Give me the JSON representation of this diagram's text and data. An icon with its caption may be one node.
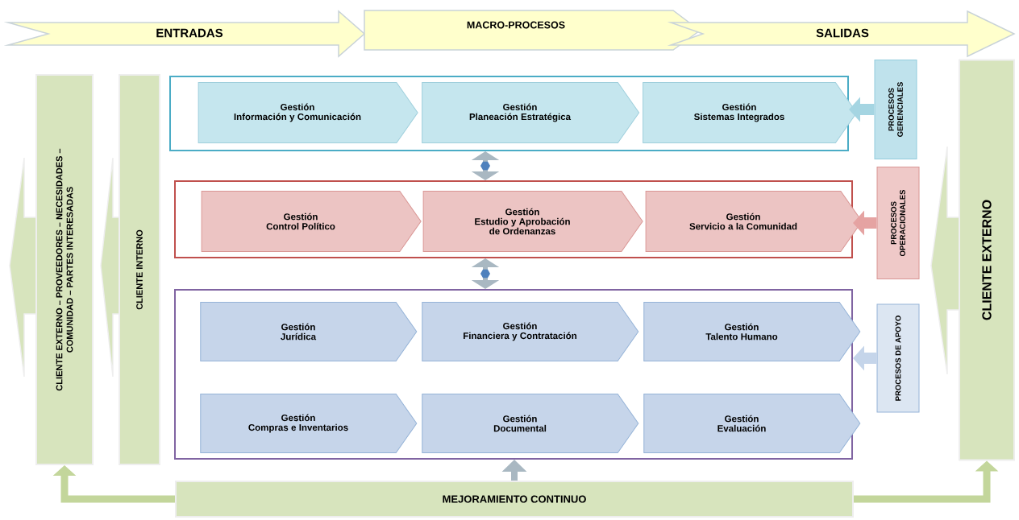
{
  "diagram": {
    "nodes": [
      {
        "text": [
          "ENTRADAS"
        ]
      },
      {
        "text": [
          "MACRO-PROCESOS"
        ]
      },
      {
        "text": [
          "SALIDAS"
        ]
      },
      {
        "text": [
          "CLIENTE EXTERNO – PROVEEDORES – NECESIDADES – COMUNIDAD – PARTES INTERESADAS"
        ]
      },
      {
        "text": [
          "CLIENTE INTERNO"
        ]
      },
      {
        "text": [],
        "shape": "box"
      },
      {
        "text": [
          "Gestión",
          "Información y Comunicación"
        ],
        "in": 5
      },
      {
        "text": [
          "Gestión",
          "Planeación Estratégica"
        ],
        "in": 5
      },
      {
        "text": [
          "Gestión",
          "Sistemas Integrados"
        ],
        "in": 5
      },
      {
        "text": [],
        "shape": "box"
      },
      {
        "text": [
          "Gestión",
          "Control Político"
        ],
        "in": 9
      },
      {
        "text": [
          "Gestión",
          "Estudio y Aprobación de Ordenanzas"
        ],
        "in": 9
      },
      {
        "text": [
          "Gestión",
          "Servicio a la Comunidad"
        ],
        "in": 9
      },
      {
        "text": [],
        "shape": "box"
      },
      {
        "text": [
          "Gestión",
          "Jurídica"
        ],
        "in": 13
      },
      {
        "text": [
          "Gestión",
          "Financiera y Contratación"
        ],
        "in": 13
      },
      {
        "text": [
          "Gestión",
          "Talento Humano"
        ],
        "in": 13
      },
      {
        "text": [
          "Gestión",
          "Compras e Inventarios"
        ],
        "in": 13
      },
      {
        "text": [
          "Gestión",
          "Documental"
        ],
        "in": 13
      },
      {
        "text": [
          "Gestión",
          "Evaluación"
        ],
        "in": 13
      },
      {
        "text": [
          "PROCESOS GERENCIALES"
        ]
      },
      {
        "text": [
          "PROCESOS OPERACIONALES"
        ]
      },
      {
        "text": [
          "PROCESOS DE APOYO"
        ]
      },
      {
        "text": [
          "CLIENTE EXTERNO"
        ]
      },
      {
        "text": [
          "MEJORAMIENTO CONTINUO"
        ]
      }
    ],
    "edges": [
      {
        "from": 20,
        "to": 5,
        "arrow": "to",
        "color": "#a5d5e2"
      },
      {
        "from": 21,
        "to": 9,
        "arrow": "to",
        "color": "#e5a3a2"
      },
      {
        "from": 22,
        "to": 13,
        "arrow": "to",
        "color": "#c5d5ea"
      },
      {
        "from": 5,
        "to": 9,
        "arrow": "both",
        "color": "#a9b8c2"
      },
      {
        "from": 9,
        "to": 13,
        "arrow": "both",
        "color": "#a9b8c2"
      },
      {
        "from": 24,
        "to": 13,
        "arrow": "to",
        "color": "#a9b8c2"
      },
      {
        "from": 24,
        "to": 3,
        "arrow": "to",
        "color": "#c3d69b"
      },
      {
        "from": 24,
        "to": 23,
        "arrow": "to",
        "color": "#c3d69b"
      }
    ]
  }
}
